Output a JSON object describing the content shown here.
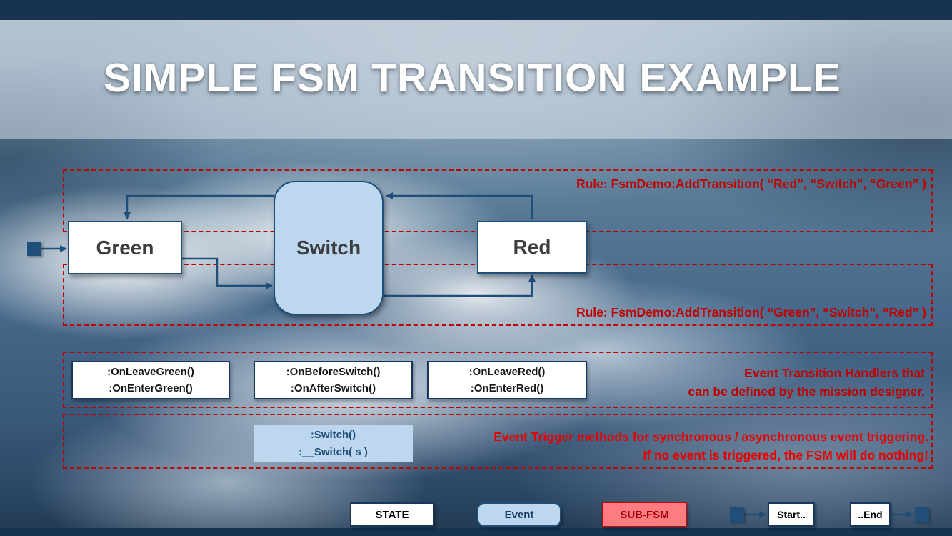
{
  "slide": {
    "title": "SIMPLE FSM TRANSITION EXAMPLE"
  },
  "diagram": {
    "states": {
      "green": "Green",
      "switch": "Switch",
      "red": "Red"
    },
    "rules": {
      "top": "Rule: FsmDemo:AddTransition( “Red”, “Switch”, “Green” )",
      "bottom": "Rule: FsmDemo:AddTransition( “Green”, “Switch”, “Red” )"
    },
    "handlers": {
      "green": [
        ":OnLeaveGreen()",
        ":OnEnterGreen()"
      ],
      "switch": [
        ":OnBeforeSwitch()",
        ":OnAfterSwitch()"
      ],
      "red": [
        ":OnLeaveRed()",
        ":OnEnterRed()"
      ],
      "note": [
        "Event Transition Handlers that",
        "can be defined by the mission designer."
      ]
    },
    "triggers": {
      "methods": [
        ":Switch()",
        ":__Switch( s )"
      ],
      "note": [
        "Event Trigger methods for synchronous / asynchronous  event triggering.",
        "If no event is triggered, the FSM will do nothing!"
      ]
    }
  },
  "legend": {
    "state": "STATE",
    "event": "Event",
    "sub_fsm": "SUB-FSM",
    "start": "Start..",
    "end": "..End"
  },
  "colors": {
    "navy": "#1f4e79",
    "light_blue": "#bdd7ee",
    "dark_red": "#c00000",
    "bright_red": "#e80000",
    "sub_fsm_fill": "#ff7c80"
  }
}
